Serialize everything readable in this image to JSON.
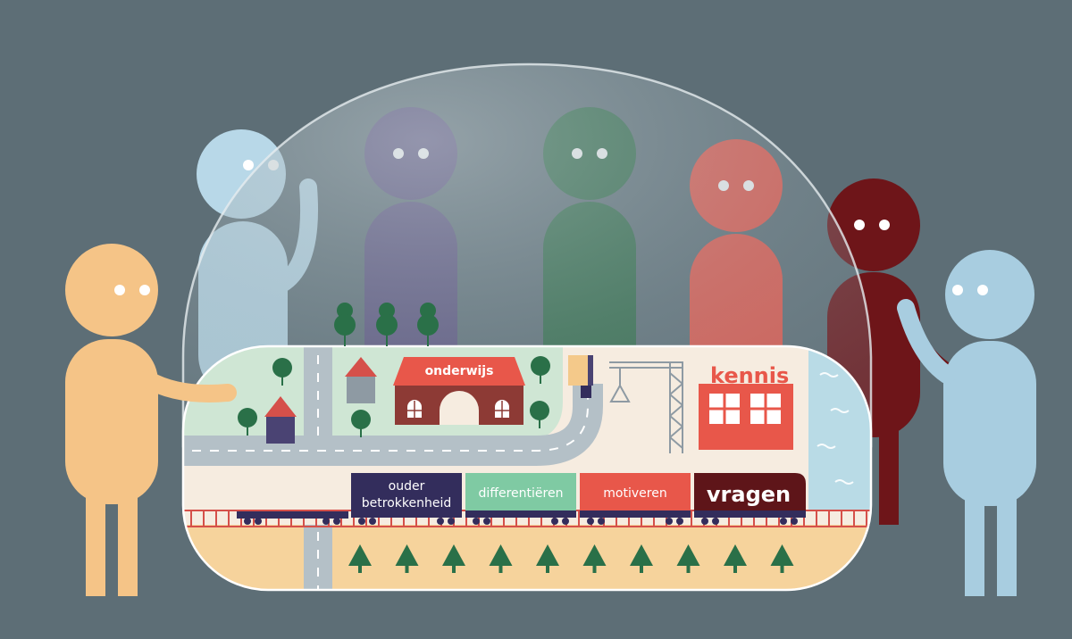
{
  "colors": {
    "background": "#5d6e76",
    "peach_figure": "#f5c487",
    "light_blue_figure": "#b8d8e8",
    "purple_figure": "#5b517f",
    "green_figure": "#2f6b47",
    "coral_figure": "#e8574a",
    "maroon_figure": "#6e1519",
    "sky_blue_figure": "#a8cde0",
    "meadow": "#cfe6d4",
    "sand": "#f6d39c",
    "cream": "#f6ece0",
    "water": "#b9dbe6",
    "brick": "#8d3a35",
    "red_building": "#e8574a",
    "wagon_navy": "#332d5c",
    "wagon_mint": "#7fcaa3",
    "wagon_coral": "#e8574a",
    "wagon_maroon": "#5e1519",
    "rail": "#d5504a",
    "tree": "#2a7048",
    "road": "#b4c0c7"
  },
  "scene": {
    "school_label": "onderwijs",
    "knowledge_label": "kennis",
    "wagons": [
      {
        "line1": "ouder",
        "line2": "betrokkenheid"
      },
      {
        "line1": "differentiëren"
      },
      {
        "line1": "motiveren"
      },
      {
        "line1": "vragen"
      }
    ]
  }
}
